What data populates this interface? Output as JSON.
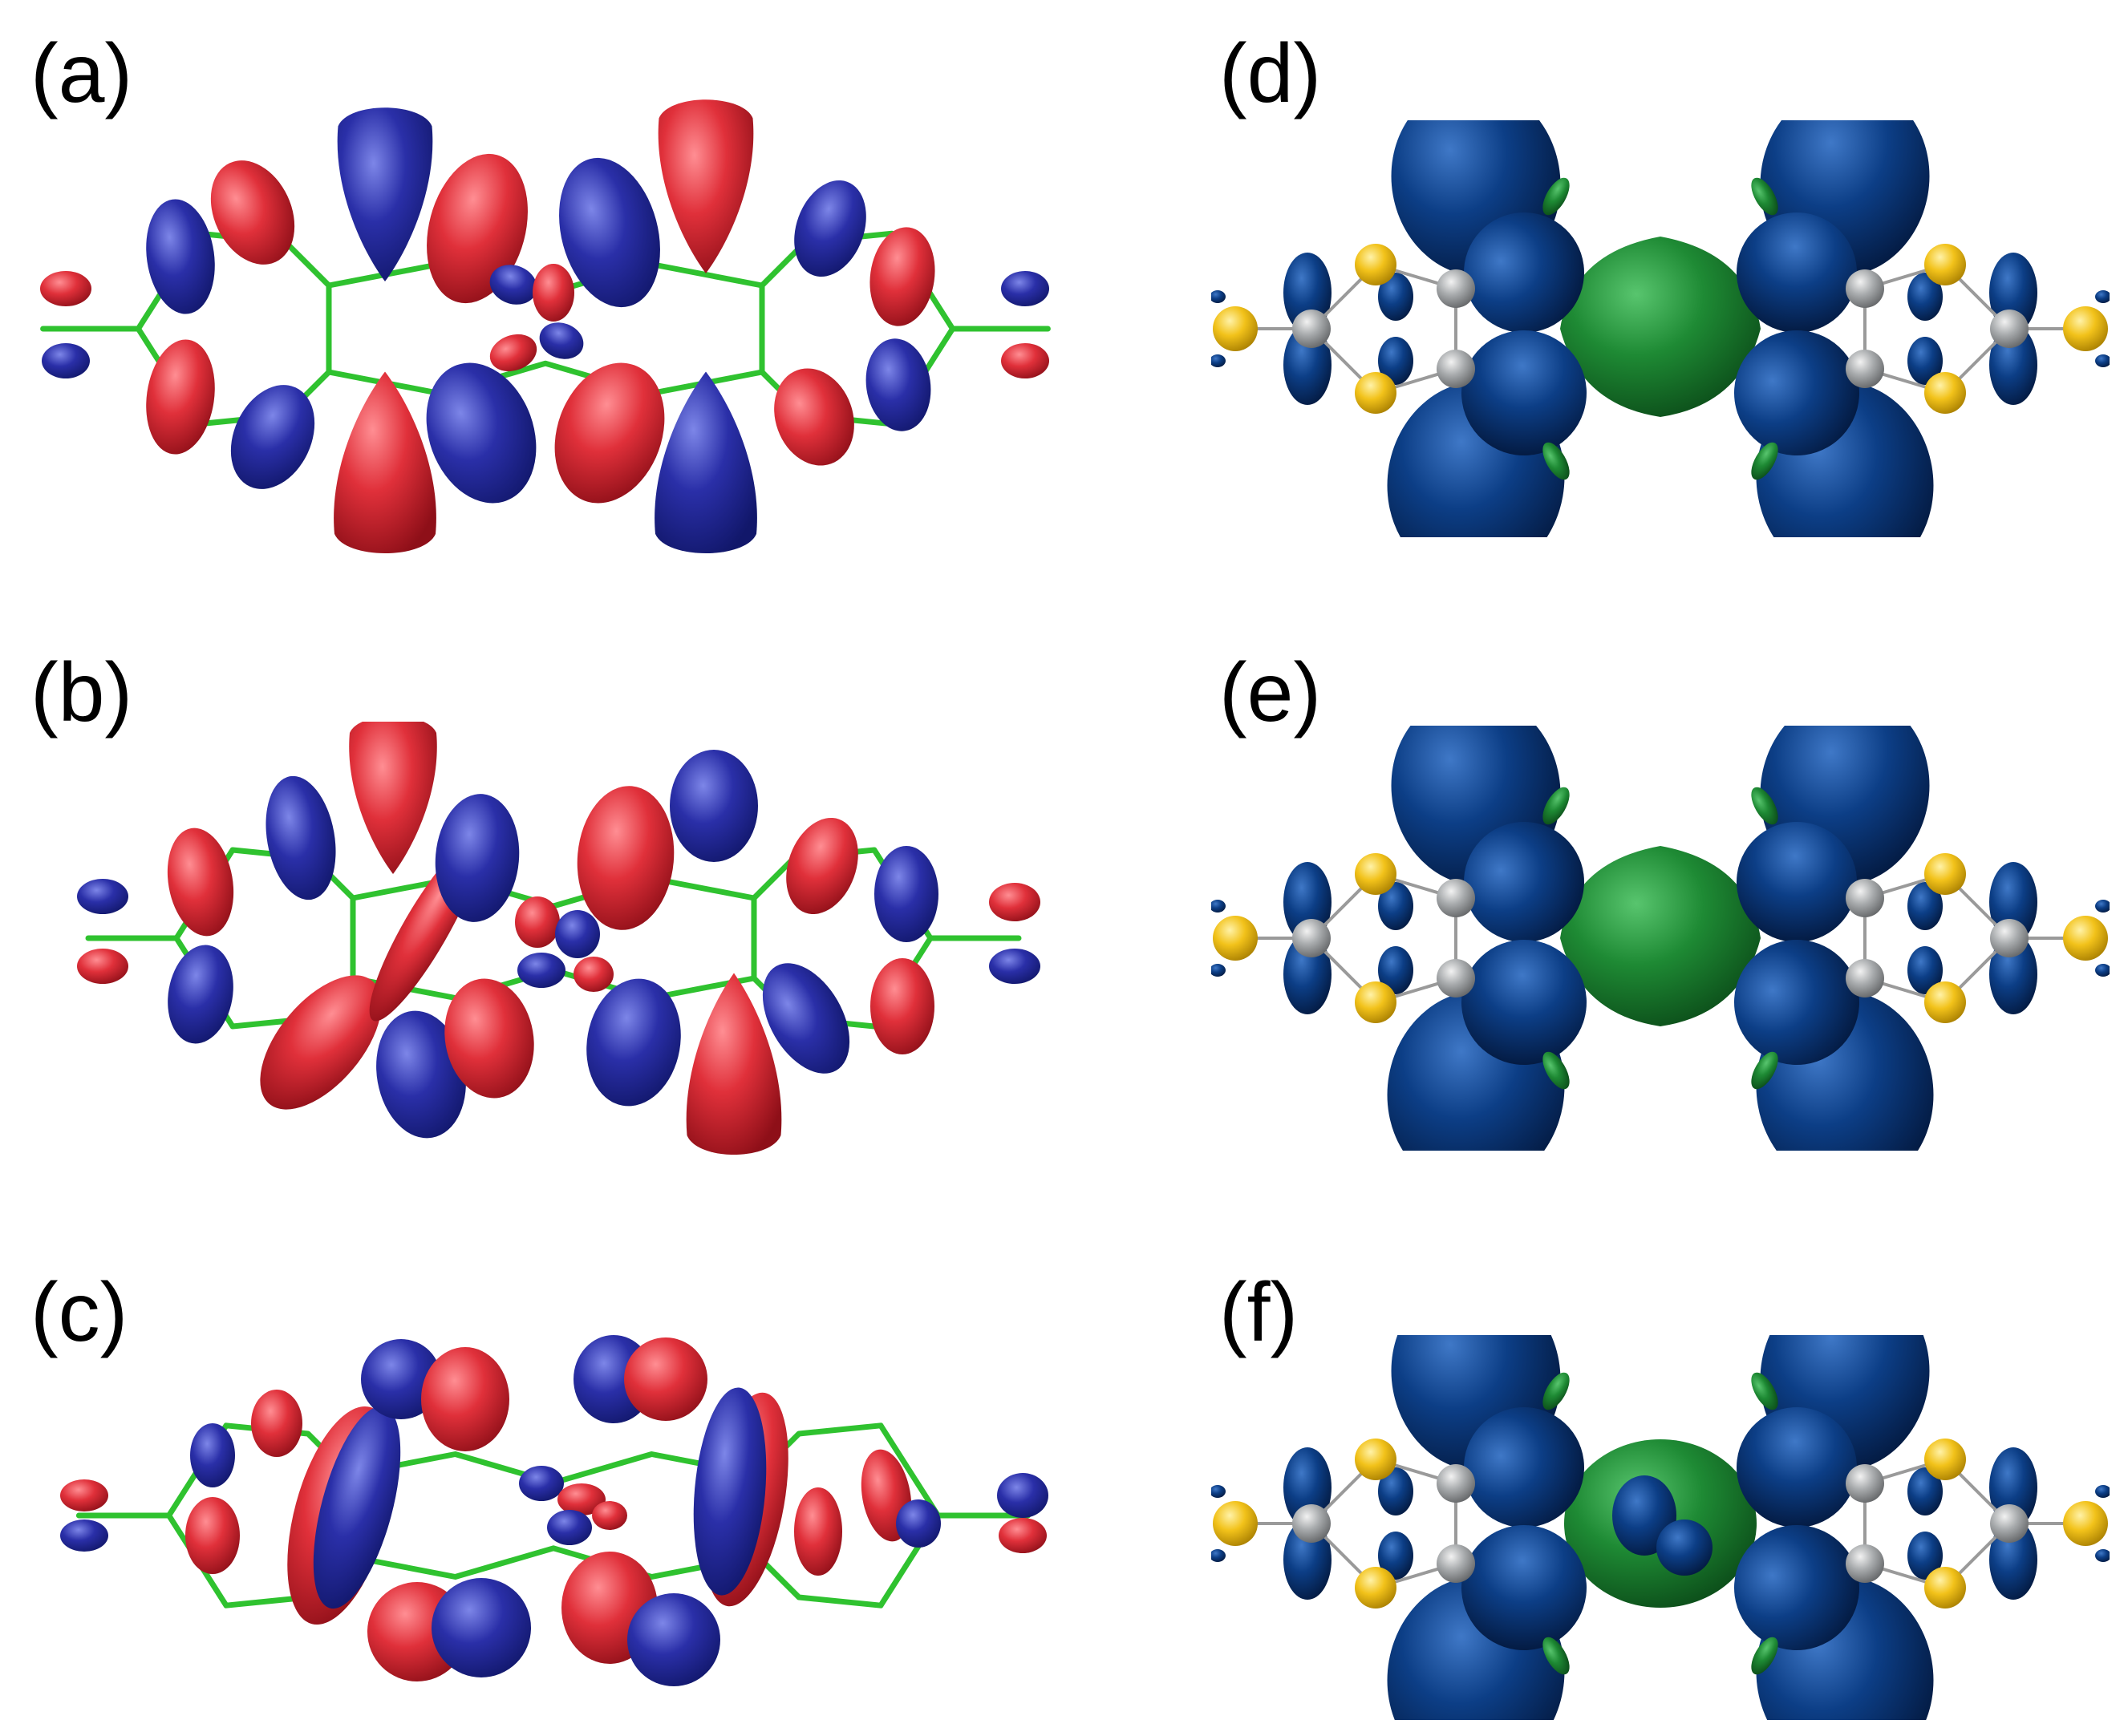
{
  "panels": [
    {
      "id": "a",
      "label": "(a)",
      "style": "wireframe"
    },
    {
      "id": "b",
      "label": "(b)",
      "style": "wireframe"
    },
    {
      "id": "c",
      "label": "(c)",
      "style": "wireframe"
    },
    {
      "id": "d",
      "label": "(d)",
      "style": "ball-stick"
    },
    {
      "id": "e",
      "label": "(e)",
      "style": "ball-stick"
    },
    {
      "id": "f",
      "label": "(f)",
      "style": "ball-stick"
    }
  ],
  "colors": {
    "positive_lobe": "#2a2fa8",
    "negative_lobe": "#e0303a",
    "bond_green": "#2fc22f",
    "dark_lobe": "#0c3e86",
    "center_green": "#1e8a34",
    "sulfur": "#f2c21a",
    "carbon": "#a9acae",
    "bond_gray": "#9a9a9a"
  }
}
